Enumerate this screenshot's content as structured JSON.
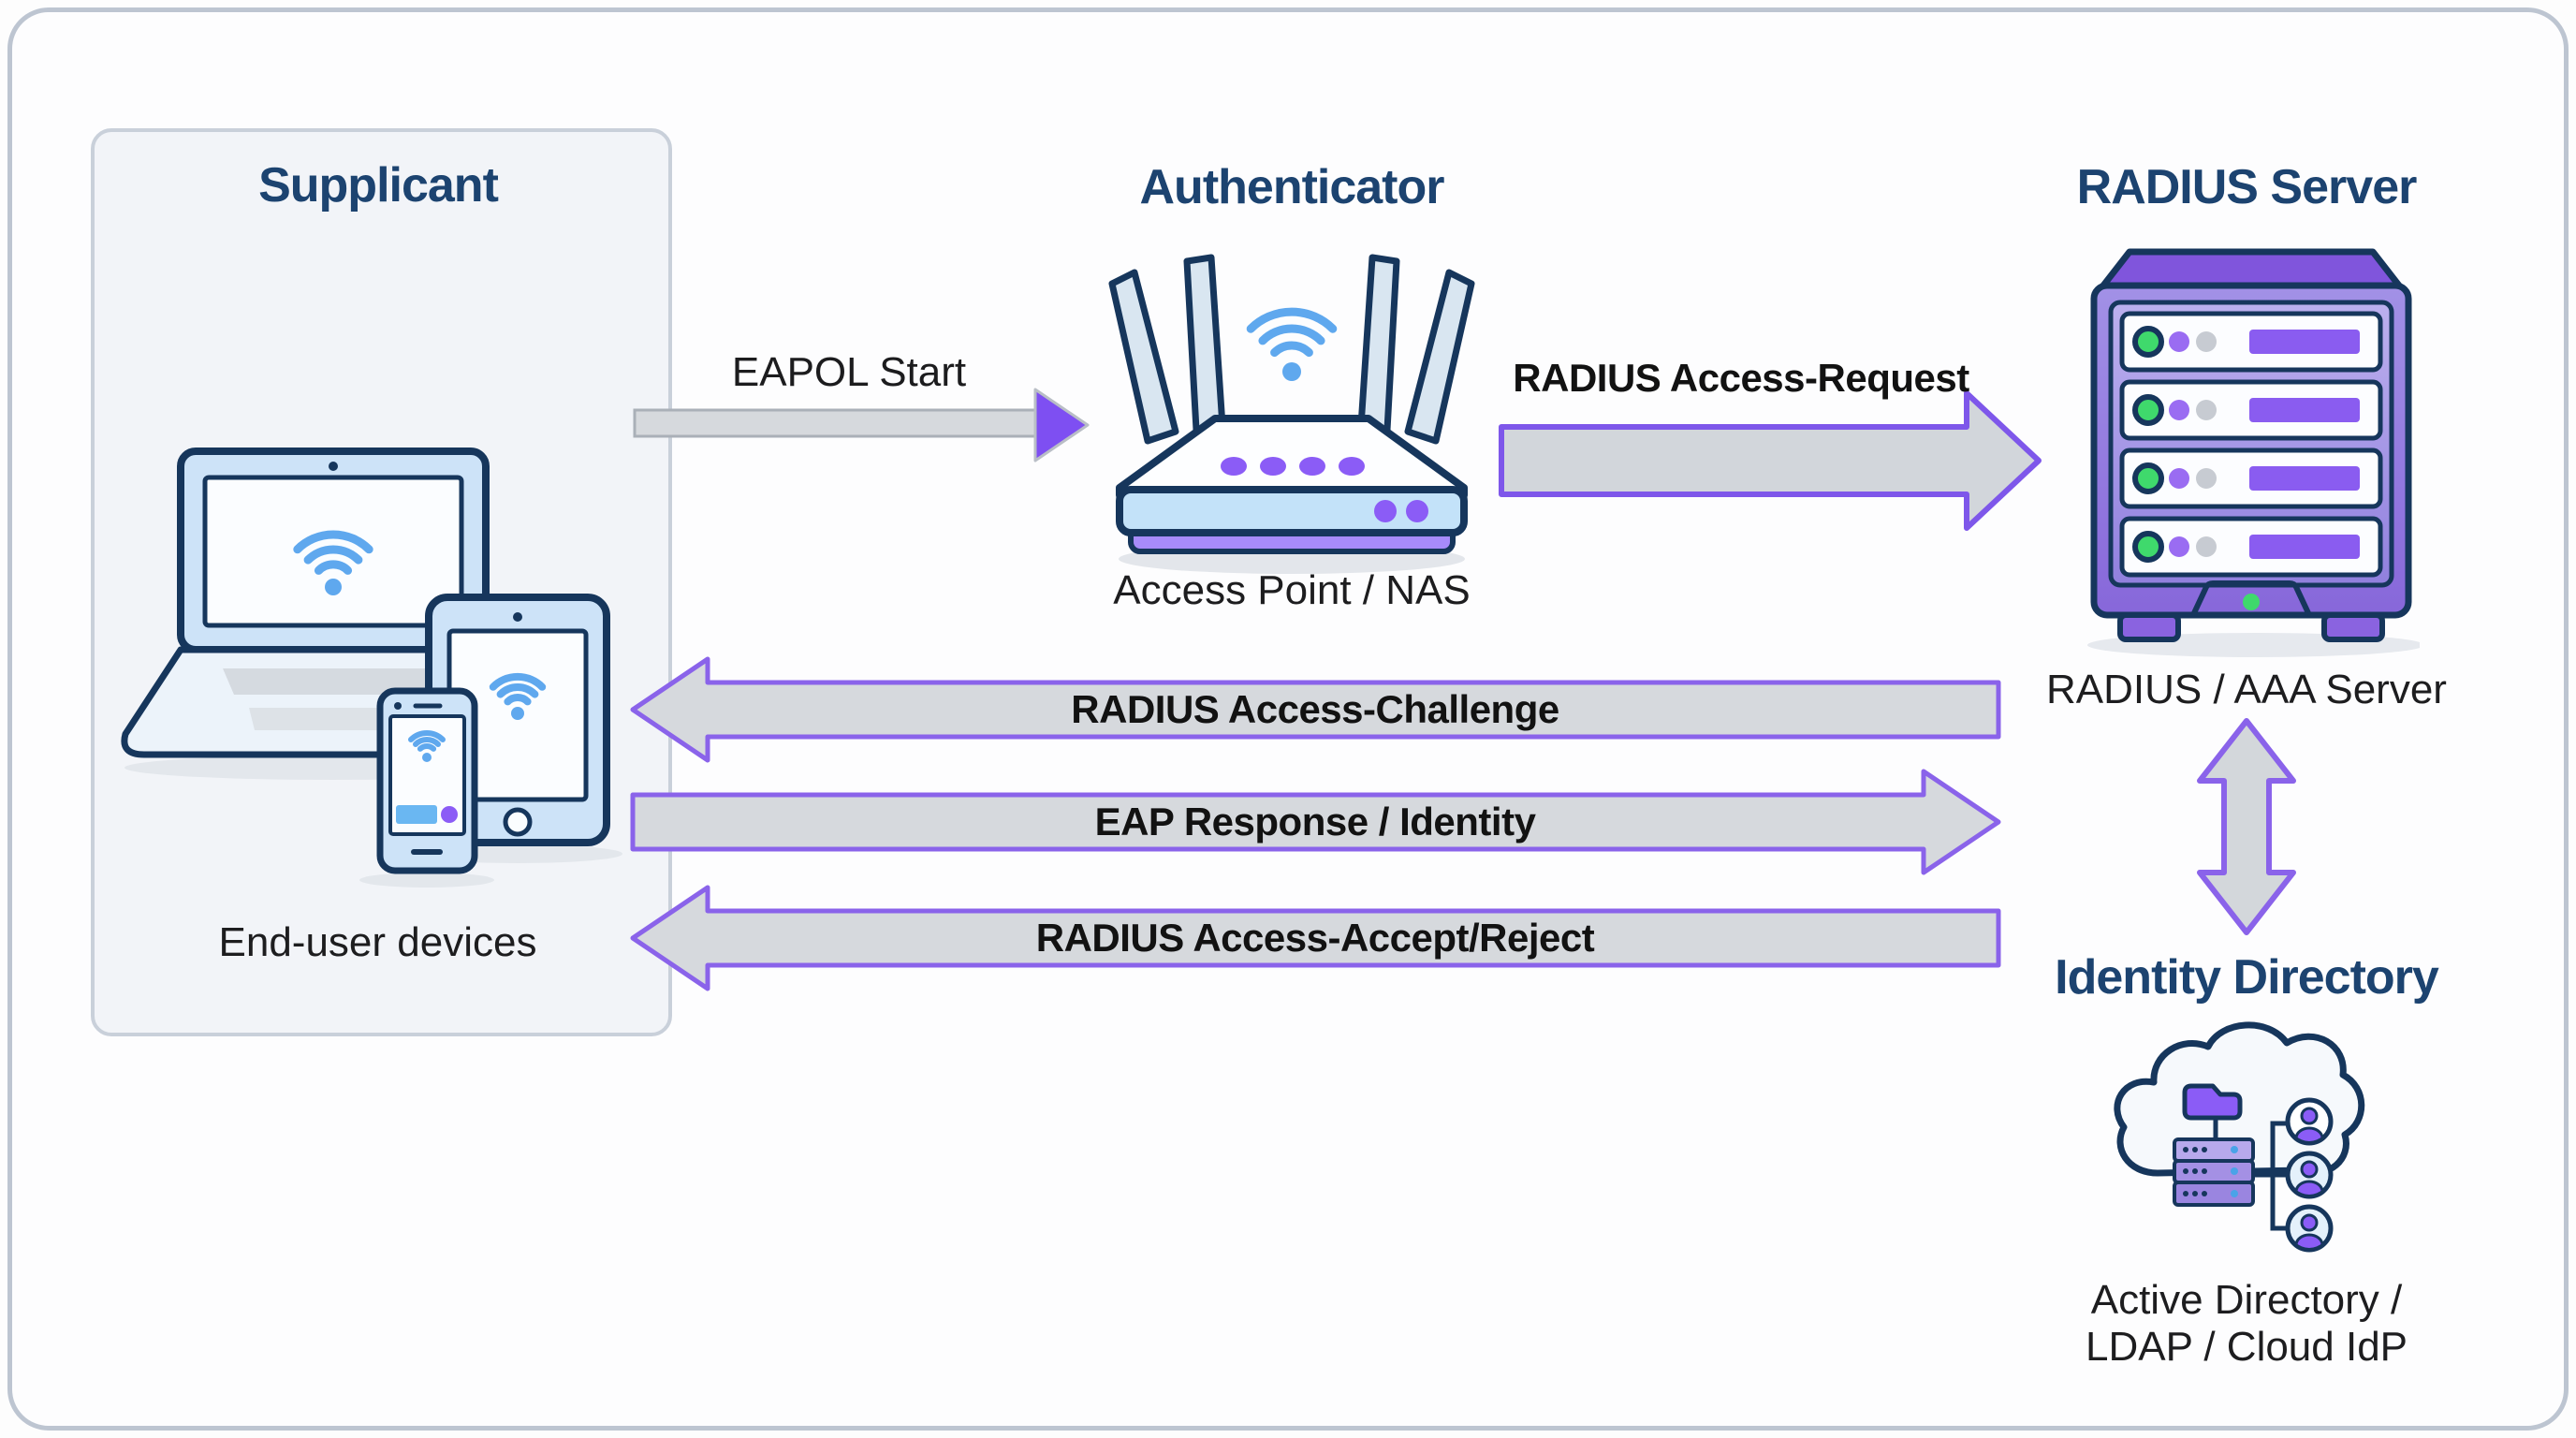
{
  "palette": {
    "title_navy": "#1c4370",
    "text_dark": "#1d1d1f",
    "icon_outline": "#16365c",
    "device_blue": "#cde3f8",
    "wifi_blue": "#5fa8ee",
    "accent_purple": "#8b5cf6",
    "eapol_head_purple": "#7e4ff2",
    "server_purple": "#8a63e0",
    "arrow_gray_fill": "#d6d9dd",
    "arrow_purple_border": "#8a63ea",
    "green_led": "#3fd96c"
  },
  "supplicant": {
    "title": "Supplicant",
    "caption": "End-user devices"
  },
  "authenticator": {
    "title": "Authenticator",
    "caption": "Access Point / NAS"
  },
  "radius_server": {
    "title": "RADIUS Server",
    "caption": "RADIUS / AAA Server"
  },
  "identity_directory": {
    "title": "Identity Directory",
    "caption_line1": "Active Directory /",
    "caption_line2": "LDAP / Cloud IdP"
  },
  "flows": {
    "eapol_start": "EAPOL Start",
    "access_request": "RADIUS Access-Request",
    "access_challenge": "RADIUS Access-Challenge",
    "eap_response": "EAP Response / Identity",
    "access_accept": "RADIUS Access-Accept/Reject"
  }
}
